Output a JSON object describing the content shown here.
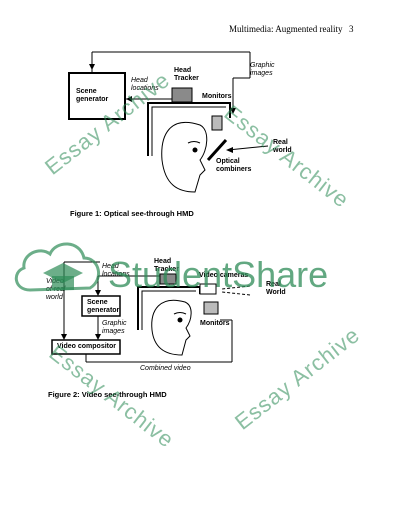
{
  "header": {
    "title": "Multimedia: Augmented reality",
    "page_number": "3"
  },
  "figure1": {
    "caption": "Figure 1: Optical see-through HMD",
    "labels": {
      "scene_generator": "Scene generator",
      "head_tracker": "Head Tracker",
      "head_locations": "Head locations",
      "graphic_images": "Graphic images",
      "monitors": "Monitors",
      "real_world": "Real world",
      "optical_combiners": "Optical combiners"
    }
  },
  "figure2": {
    "caption": "Figure 2: Video see-through HMD",
    "labels": {
      "head_tracker": "Head Tracker",
      "head_locations": "Head locations",
      "video_cameras": "Video cameras",
      "real_world": "Real World",
      "video_of_real_world": "Video of real world",
      "scene_generator": "Scene generator",
      "graphic_images": "Graphic images",
      "monitors": "Monitors",
      "video_compositor": "Video compositor",
      "combined_video": "Combined video"
    }
  },
  "watermark": {
    "text": "Essay Archive",
    "brand": "StudentShare",
    "color": "#2e8b57"
  }
}
